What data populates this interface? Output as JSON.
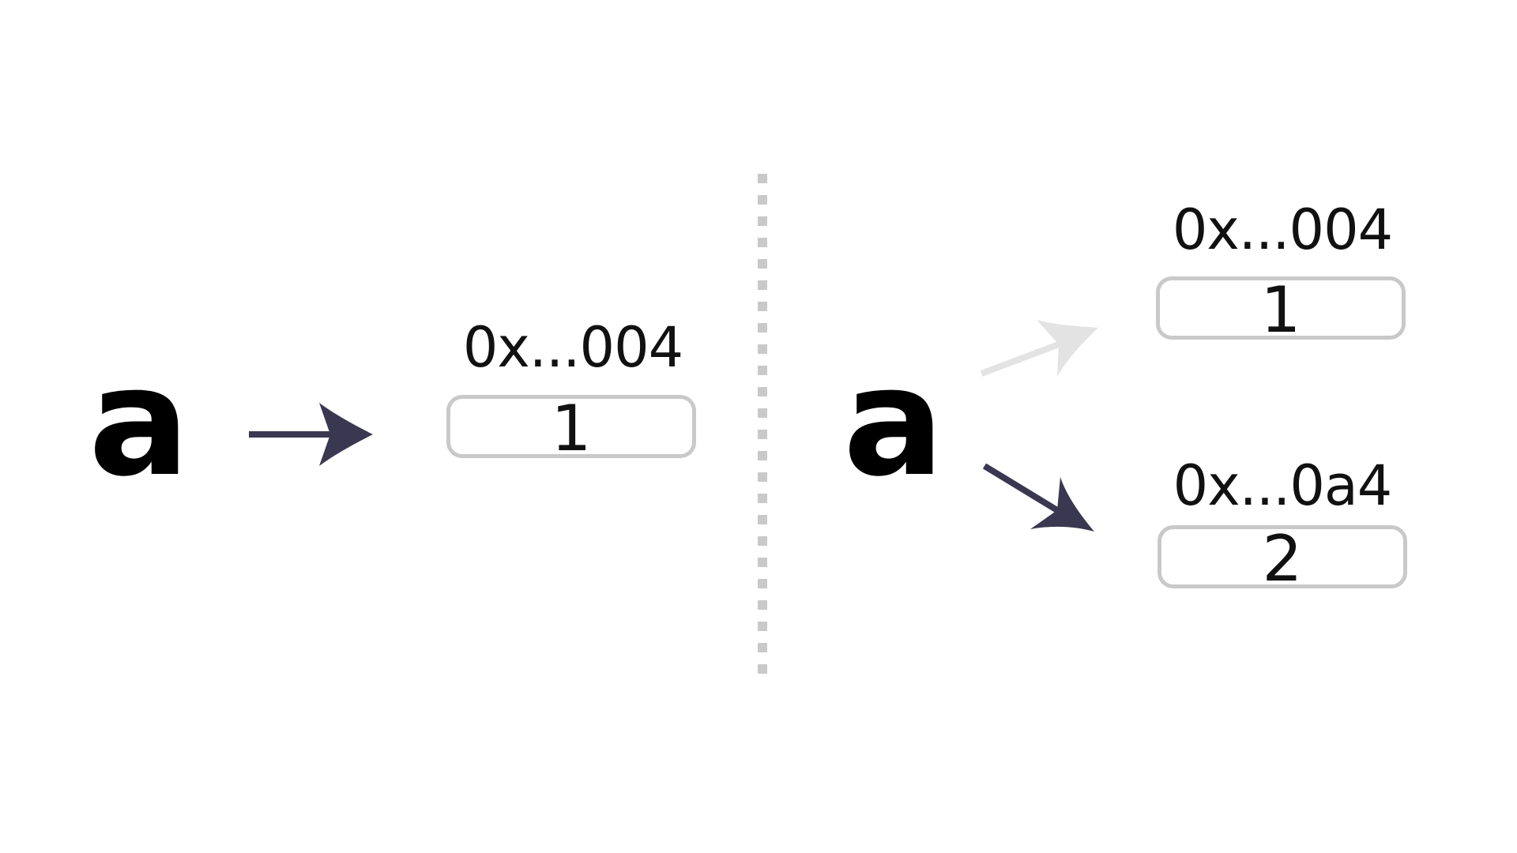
{
  "colors": {
    "background": "#ffffff",
    "arrow_active": "#3a3850",
    "arrow_faded": "#e3e3e3",
    "cell_border": "#c9c9c9",
    "divider": "#c9c9c9"
  },
  "left": {
    "variable": "a",
    "cell": {
      "address": "0x...004",
      "value": "1"
    }
  },
  "right": {
    "variable": "a",
    "old_cell": {
      "address": "0x...004",
      "value": "1"
    },
    "new_cell": {
      "address": "0x...0a4",
      "value": "2"
    }
  }
}
